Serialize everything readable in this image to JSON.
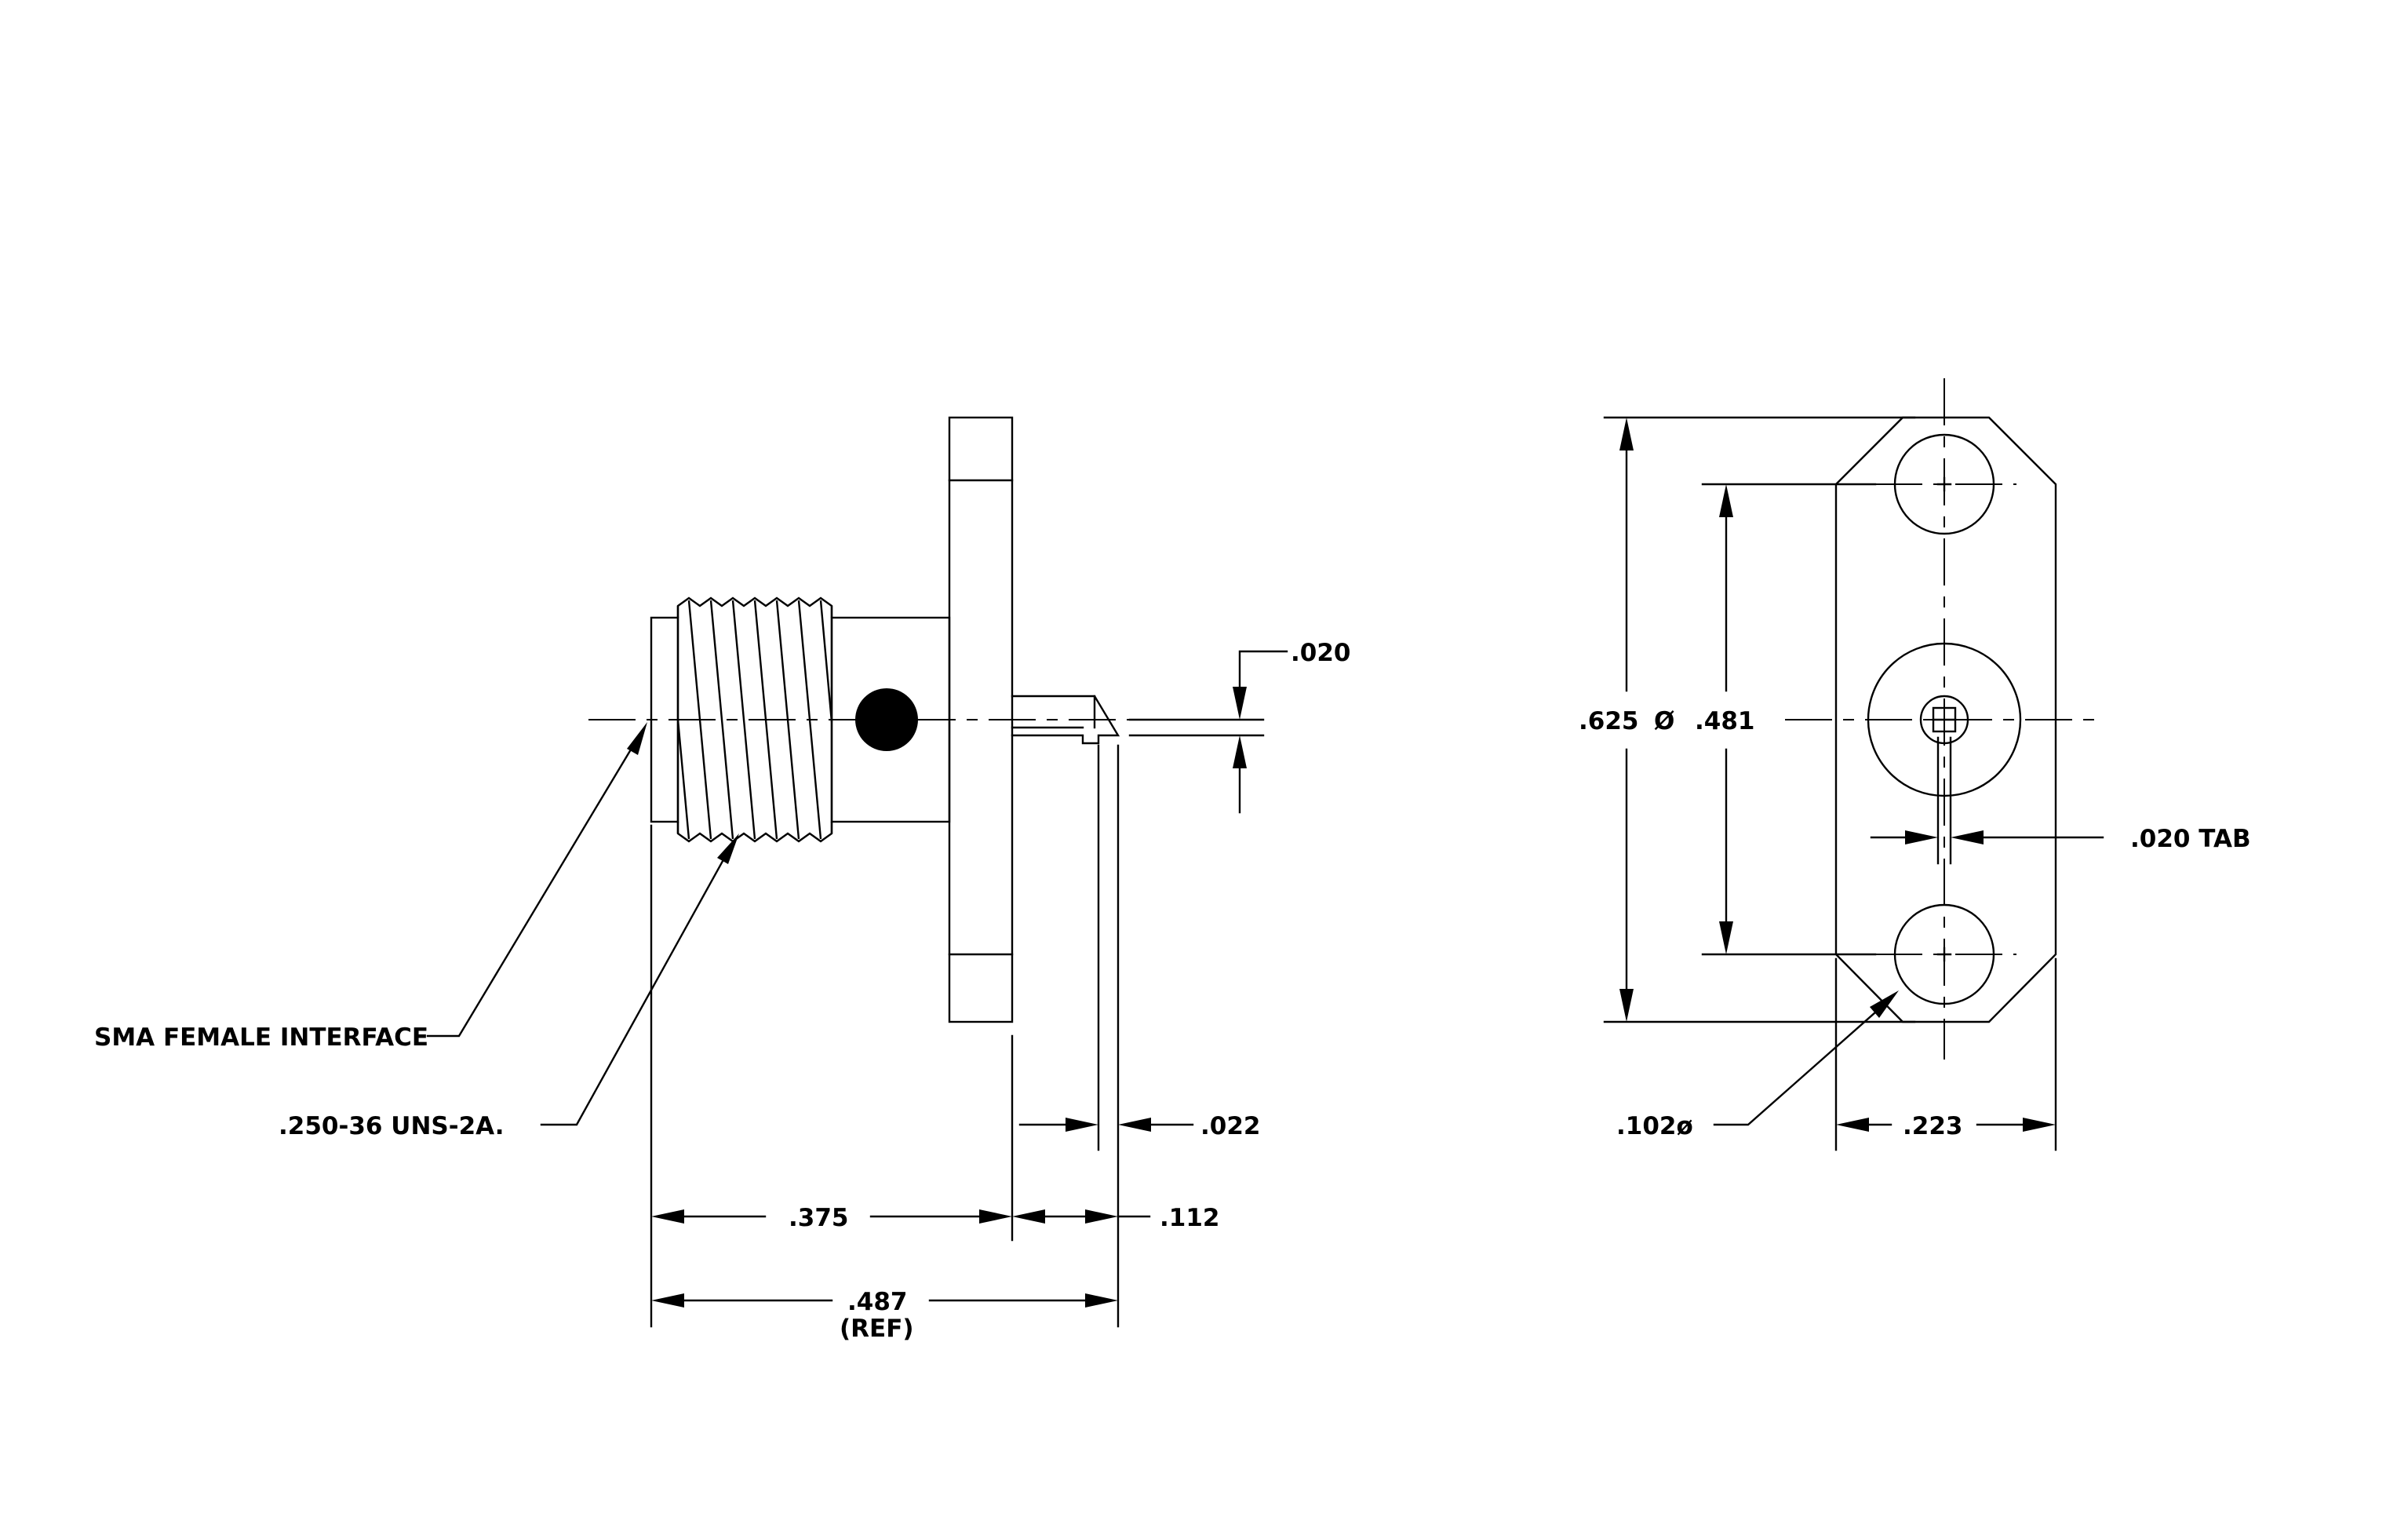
{
  "side_view": {
    "callouts": {
      "interface": "SMA FEMALE INTERFACE",
      "thread": ".250-36 UNS-2A."
    },
    "dims": {
      "tab_gap": ".020",
      "tab_thickness": ".022",
      "body_length": ".375",
      "pin_length": ".112",
      "overall_length": ".487",
      "overall_length_note": "(REF)"
    }
  },
  "front_view": {
    "dims": {
      "flange_height": ".625",
      "hole_spacing_prefix": "Ø",
      "hole_spacing": ".481",
      "tab_width": ".020 TAB",
      "hole_diameter": ".102ø",
      "flange_width": ".223"
    }
  }
}
